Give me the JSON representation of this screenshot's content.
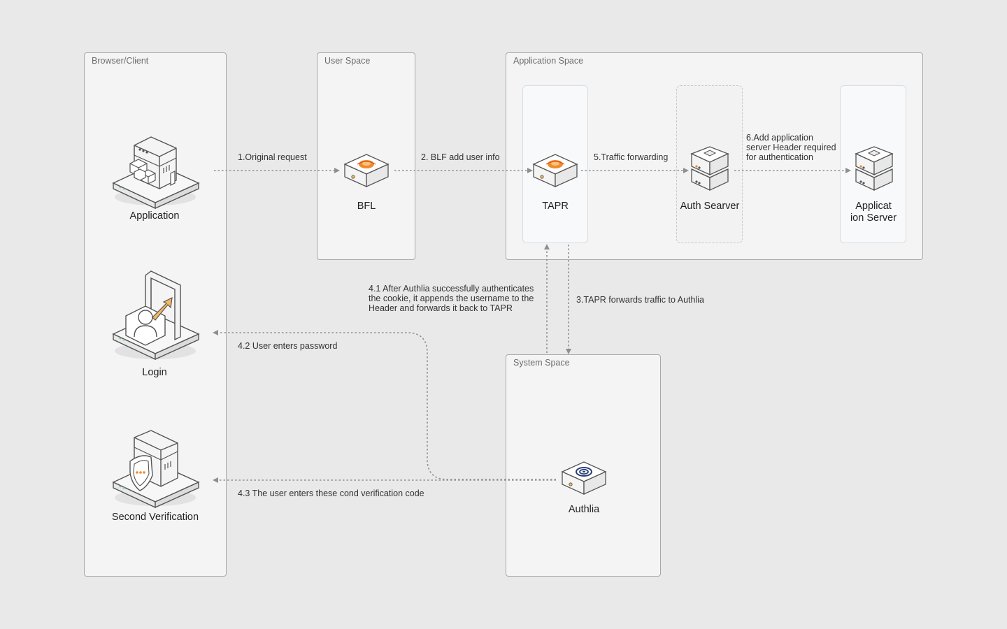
{
  "zones": {
    "browser": "Browser/Client",
    "user_space": "User Space",
    "app_space": "Application Space",
    "system_space": "System Space"
  },
  "nodes": {
    "application": "Application",
    "login": "Login",
    "second_verification": "Second Verification",
    "bfl": "BFL",
    "tapr": "TAPR",
    "auth_server": "Auth Searver",
    "app_server": "Applicat\nion Server",
    "authlia": "Authlia"
  },
  "edges": {
    "e1": "1.Original request",
    "e2": "2. BLF add user info",
    "e3": "3.TAPR forwards traffic to Authlia",
    "e41": "4.1 After Authlia successfully authenticates\nthe cookie, it appends the username to the\nHeader and forwards it back to TAPR",
    "e42": "4.2 User enters password",
    "e43": "4.3 The user enters these cond verification code",
    "e5": "5.Traffic forwarding",
    "e6": "6.Add application\nserver Header required\nfor authentication"
  },
  "colors": {
    "background": "#e9e9e9",
    "zone_fill": "#f4f4f4",
    "zone_border": "#a8a8a8",
    "arrow": "#8f8f8f",
    "accent_orange": "#f08a2c",
    "accent_navy": "#2b3f7a"
  },
  "icons": {
    "application": "application-platform-icon",
    "login": "login-door-icon",
    "second_verification": "shield-verification-icon",
    "bfl": "gateway-device-icon",
    "tapr": "gateway-device-icon",
    "auth_server": "server-stack-icon",
    "app_server": "server-stack-icon",
    "authlia": "authlia-device-icon"
  }
}
